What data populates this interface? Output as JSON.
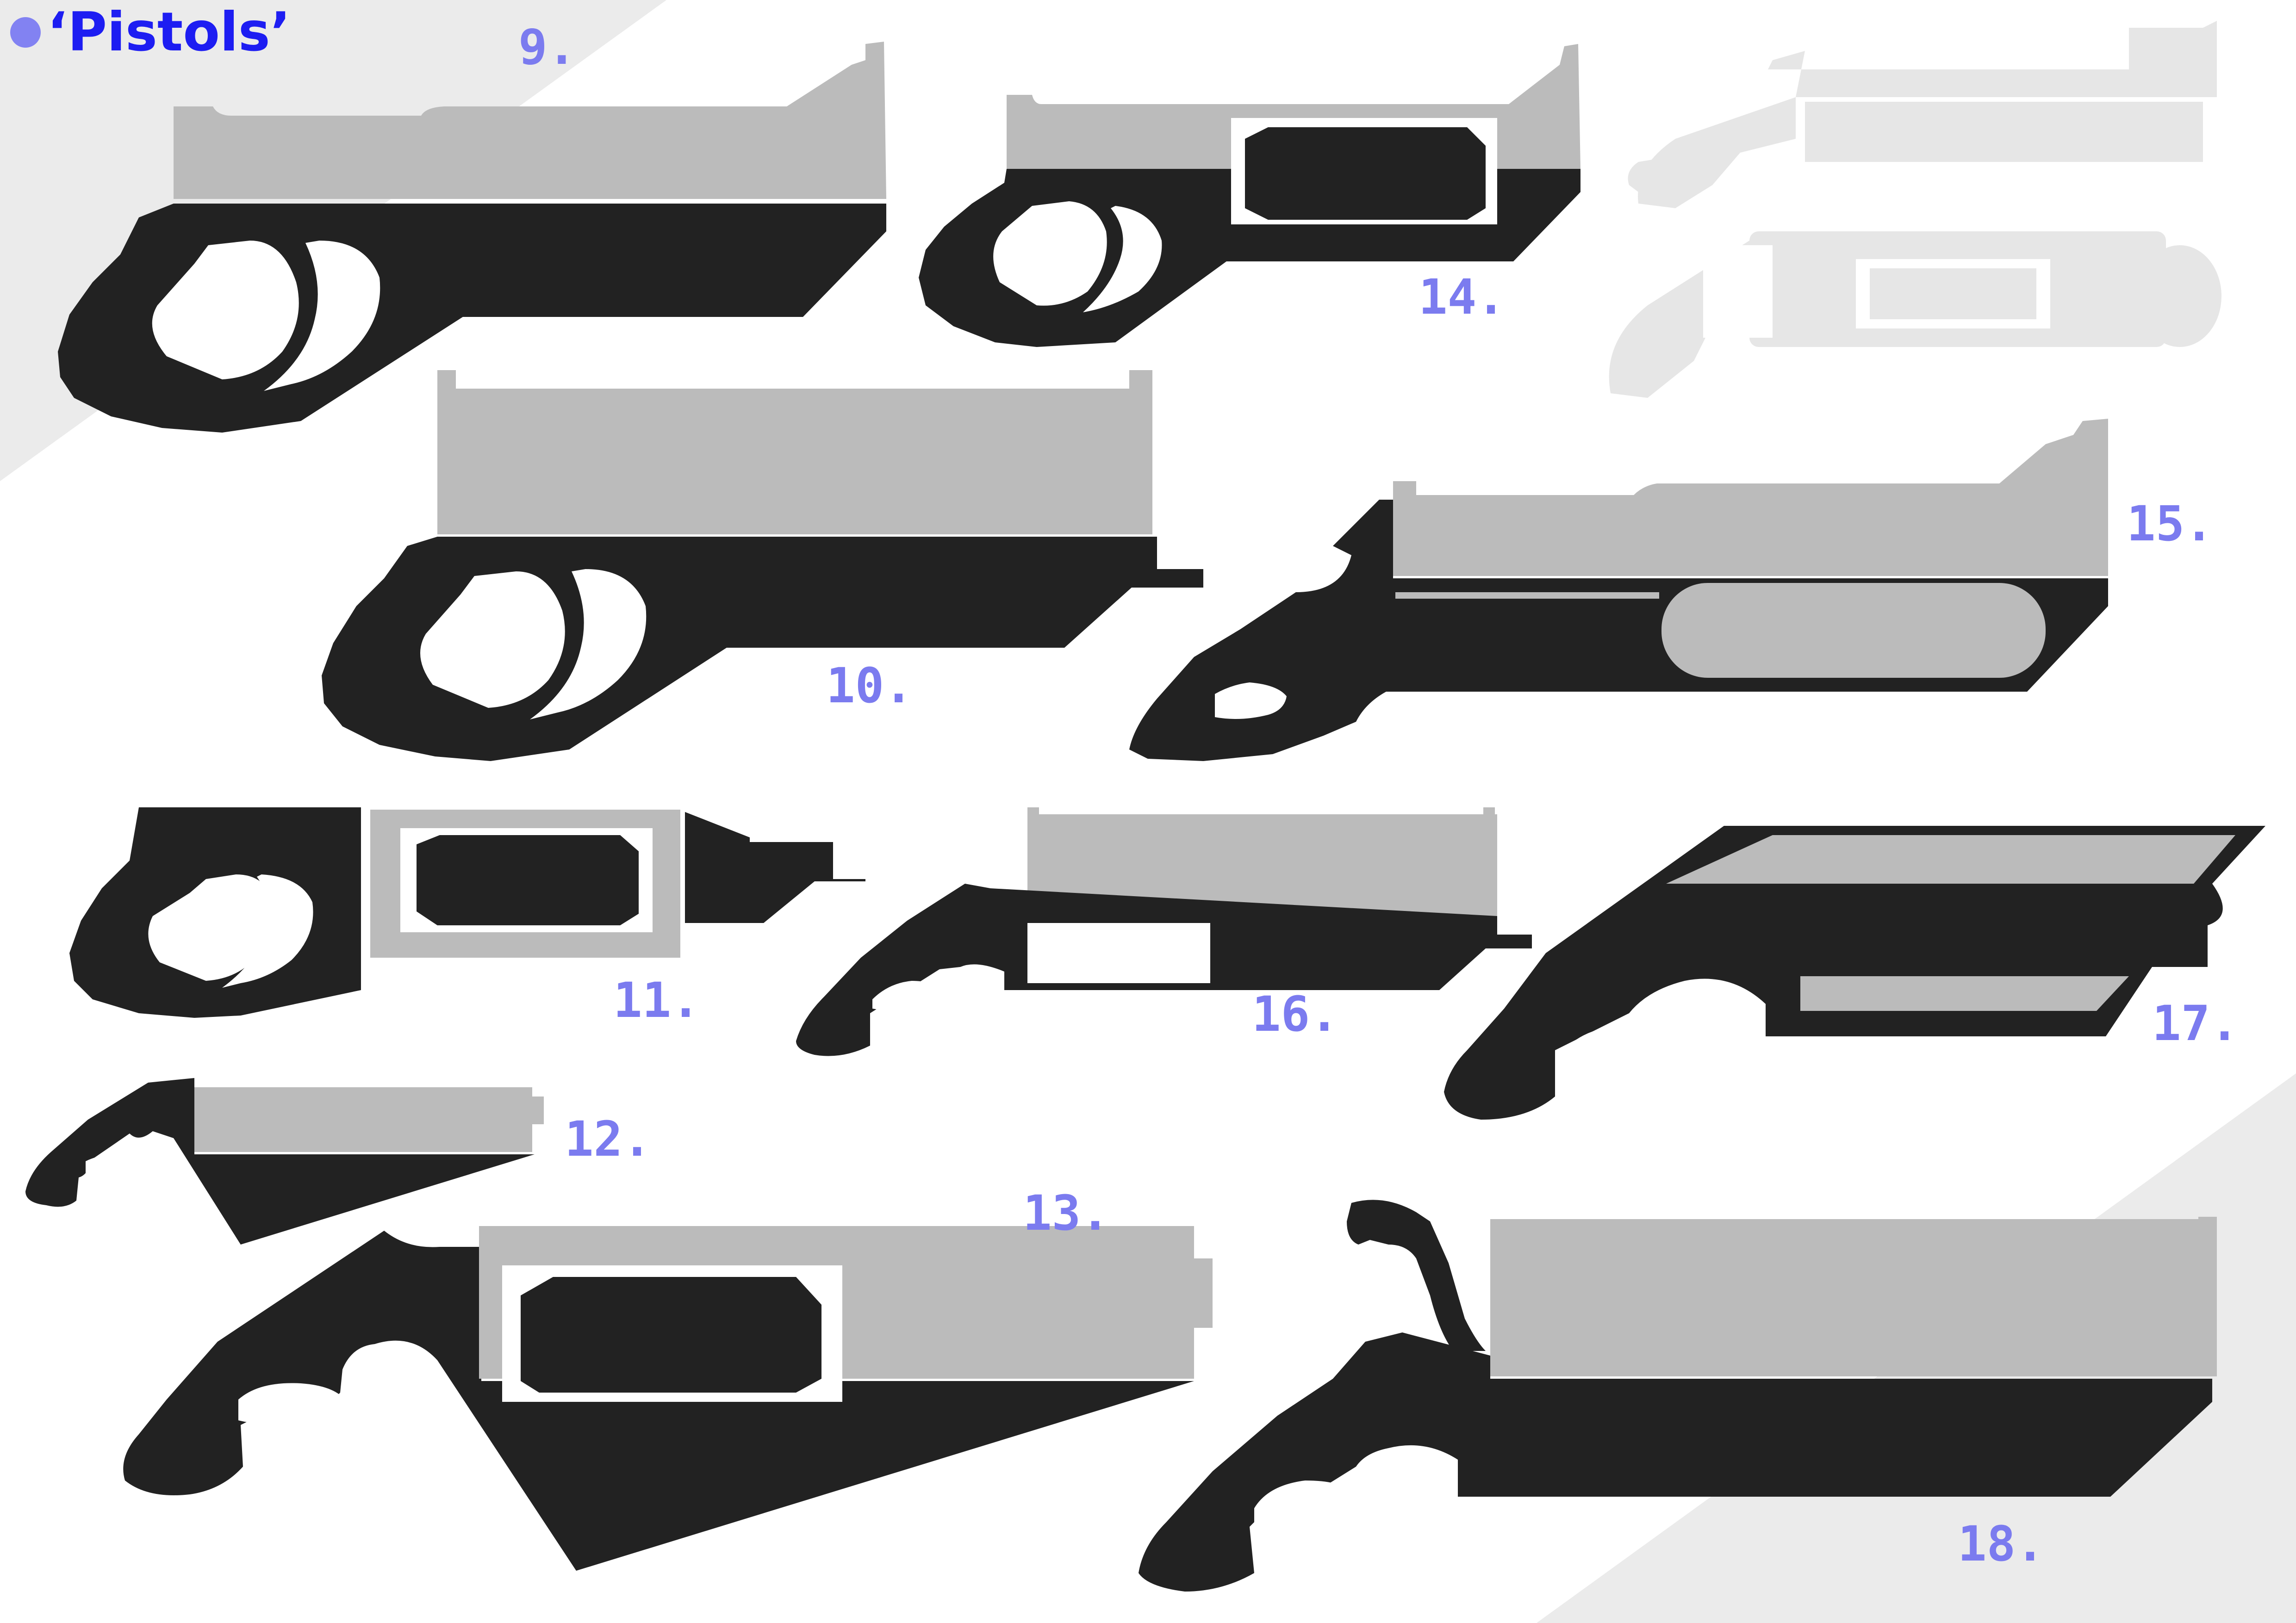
{
  "sheet": {
    "title": "‘Pistols’",
    "colors": {
      "background": "#ffffff",
      "background_band": "#ebebeb",
      "body": "#222222",
      "barrel": "#bbbbbb",
      "ghost": "#e6e6e6",
      "label": "#7b7bef",
      "title": "#1d1df2",
      "bullet": "#8282f2"
    }
  },
  "designs": [
    {
      "label": "9."
    },
    {
      "label": "10."
    },
    {
      "label": "11."
    },
    {
      "label": "12."
    },
    {
      "label": "13."
    },
    {
      "label": "14."
    },
    {
      "label": "15."
    },
    {
      "label": "16."
    },
    {
      "label": "17."
    },
    {
      "label": "18."
    }
  ]
}
